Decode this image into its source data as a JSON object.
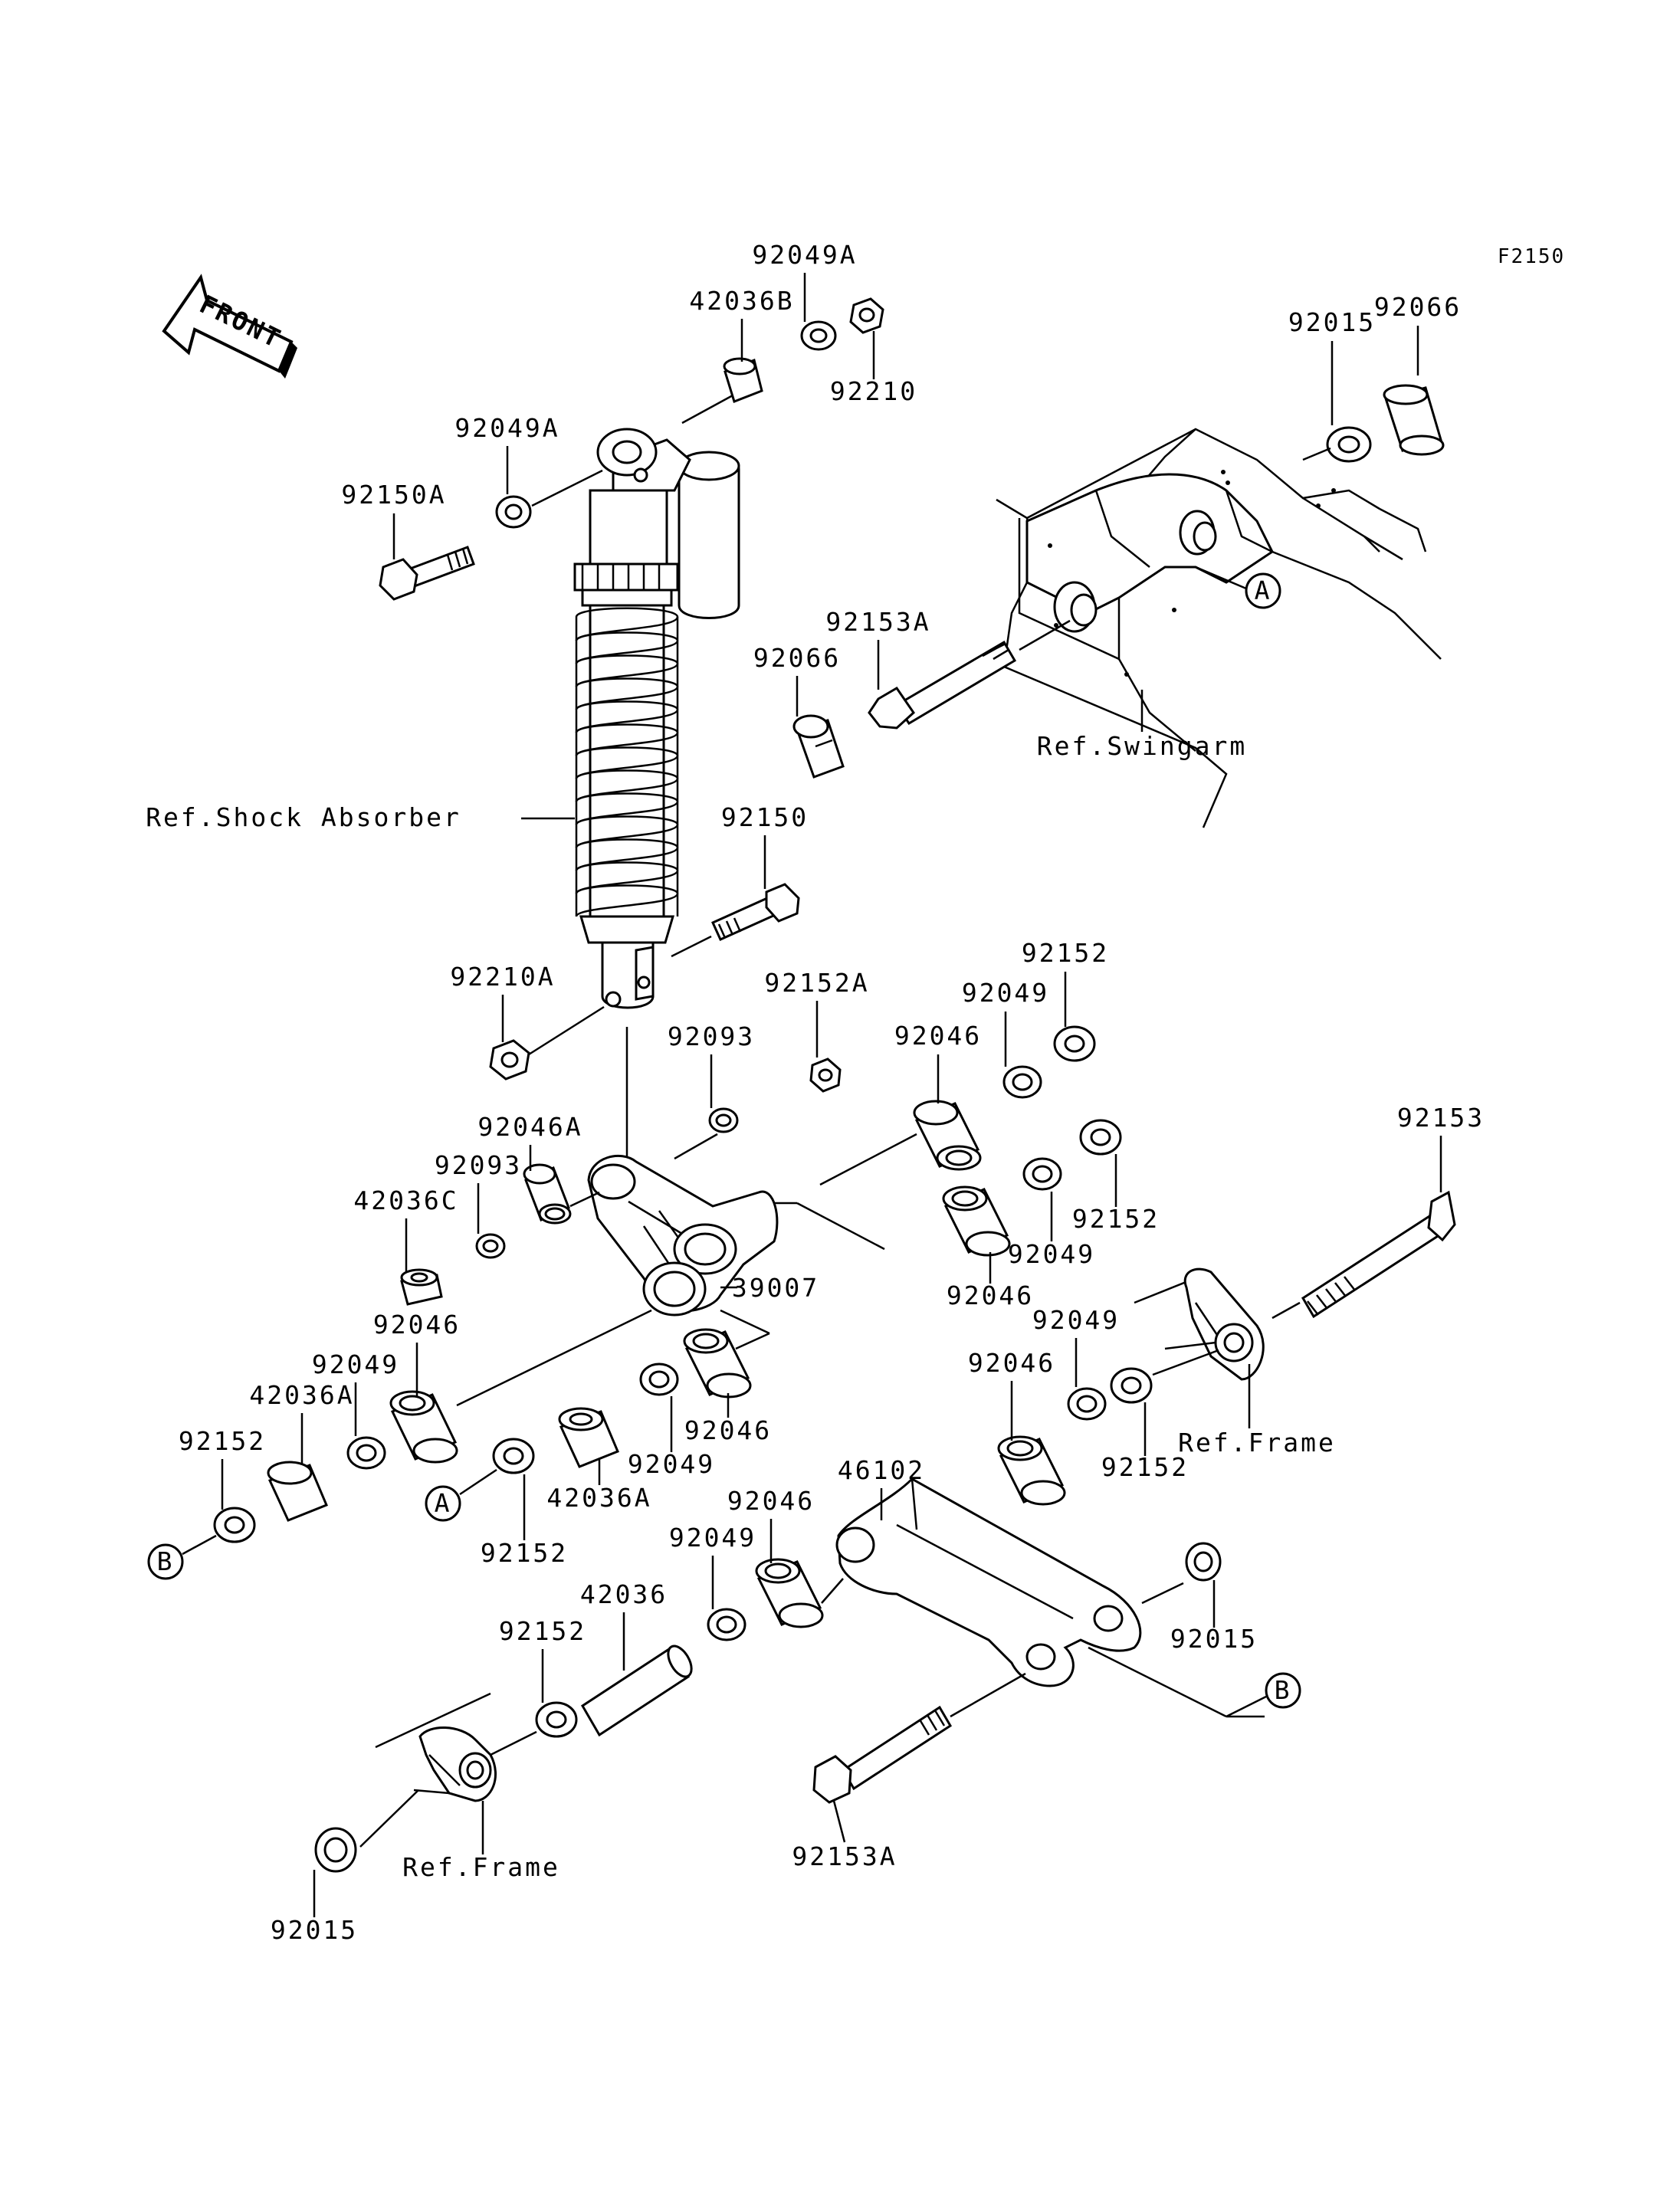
{
  "diagram": {
    "code": "F2150",
    "front_label": "FRONT",
    "markers": {
      "a": "A",
      "b": "B"
    },
    "references": {
      "shock_absorber": "Ref.Shock Absorber",
      "swingarm": "Ref.Swingarm",
      "frame": "Ref.Frame"
    },
    "parts": {
      "p92049A_top": "92049A",
      "p42036B": "42036B",
      "p92210": "92210",
      "p92049A_left": "92049A",
      "p92150A": "92150A",
      "p92066_top": "92066",
      "p92015_top": "92015",
      "p92153A_top": "92153A",
      "p92066_mid": "92066",
      "p92150": "92150",
      "p92210A": "92210A",
      "p92152A": "92152A",
      "p92152_r1": "92152",
      "p92049_r1": "92049",
      "p92046_r1": "92046",
      "p92093_1": "92093",
      "p92046A": "92046A",
      "p92093_2": "92093",
      "p42036C": "42036C",
      "p92153": "92153",
      "p92152_r2": "92152",
      "p92049_r2": "92049",
      "p92046_r2": "92046",
      "p39007": "39007",
      "p92046_l": "92046",
      "p92049_l": "92049",
      "p42036A_l": "42036A",
      "p92152_l": "92152",
      "p92049_rf": "92049",
      "p92046_rf": "92046",
      "p92152_rf": "92152",
      "p92046_c": "92046",
      "p92049_c": "92049",
      "p42036A_c": "42036A",
      "p92152_c": "92152",
      "p46102": "46102",
      "p92046_low": "92046",
      "p92049_low": "92049",
      "p42036": "42036",
      "p92152_low": "92152",
      "p92015_low": "92015",
      "p92015_bot": "92015",
      "p92153A_bot": "92153A"
    }
  }
}
